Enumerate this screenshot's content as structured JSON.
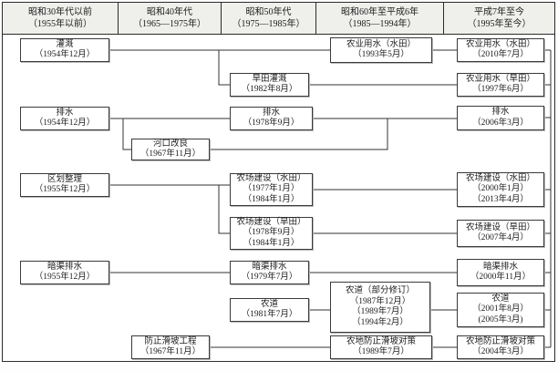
{
  "header": {
    "columns": [
      {
        "era": "昭和30年代以前",
        "range": "（1955年以前）"
      },
      {
        "era": "昭和40年代",
        "range": "（1965—1975年）"
      },
      {
        "era": "昭和50年代",
        "range": "（1975—1985年）"
      },
      {
        "era": "昭和60年至平成6年",
        "range": "（1985—1994年）"
      },
      {
        "era": "平成7年至今",
        "range": "（1995年至今）"
      }
    ]
  },
  "nodes": {
    "irrigation_1954": {
      "lines": [
        "灌溉",
        "（1954年12月）"
      ]
    },
    "dryfield_irrigation_1982": {
      "lines": [
        "旱田灌溉",
        "（1982年8月）"
      ]
    },
    "agwater_paddy_1993": {
      "lines": [
        "农业用水（水田）",
        "（1993年5月）"
      ]
    },
    "agwater_paddy_2010": {
      "lines": [
        "农业用水（水田）",
        "（2010年7月）"
      ]
    },
    "agwater_dry_1997": {
      "lines": [
        "农业用水（旱田）",
        "（1997年6月）"
      ]
    },
    "drainage_1954": {
      "lines": [
        "排水",
        "（1954年12月）"
      ]
    },
    "drainage_1978": {
      "lines": [
        "排水",
        "（1978年9月）"
      ]
    },
    "drainage_2006": {
      "lines": [
        "排水",
        "（2006年3月）"
      ]
    },
    "estuary_improvement_1967": {
      "lines": [
        "河口改良",
        "（1967年11月）"
      ]
    },
    "zoning_1955": {
      "lines": [
        "区划整理",
        "（1955年12月）"
      ]
    },
    "farm_paddy_1977": {
      "lines": [
        "农场建设（水田）",
        "（1977年1月）",
        "（1984年1月）"
      ]
    },
    "farm_dry_1978": {
      "lines": [
        "农场建设（旱田）",
        "（1978年9月）",
        "（1984年1月）"
      ]
    },
    "farm_paddy_2000": {
      "lines": [
        "农场建设（水田）",
        "（2000年1月）",
        "（2013年4月）"
      ]
    },
    "farm_dry_2007": {
      "lines": [
        "农场建设（旱田）",
        "（2007年4月）"
      ]
    },
    "subdrain_1955": {
      "lines": [
        "暗渠排水",
        "（1955年12月）"
      ]
    },
    "subdrain_1979": {
      "lines": [
        "暗渠排水",
        "（1979年7月）"
      ]
    },
    "subdrain_2000": {
      "lines": [
        "暗渠排水",
        "（2000年11月）"
      ]
    },
    "road_1981": {
      "lines": [
        "农道",
        "（1981年7月）"
      ]
    },
    "road_partial_rev_1987": {
      "lines": [
        "农道（部分修订）",
        "（1987年12月）",
        "（1989年7月）",
        "（1994年2月）"
      ]
    },
    "road_2001": {
      "lines": [
        "农道",
        "（2001年8月）",
        "(2005年3月)"
      ]
    },
    "landslide_works_1967": {
      "lines": [
        "防止滑坡工程",
        "（1967年11月）"
      ]
    },
    "landslide_measures_1989": {
      "lines": [
        "农地防止滑坡对策",
        "（1989年7月）"
      ]
    },
    "landslide_measures_2004": {
      "lines": [
        "农地防止滑坡对策",
        "（2004年3月）"
      ]
    }
  },
  "colors": {
    "line": "#333333",
    "box_border": "#3a3a3a",
    "header_background": "#efefec",
    "background": "#ffffff"
  }
}
